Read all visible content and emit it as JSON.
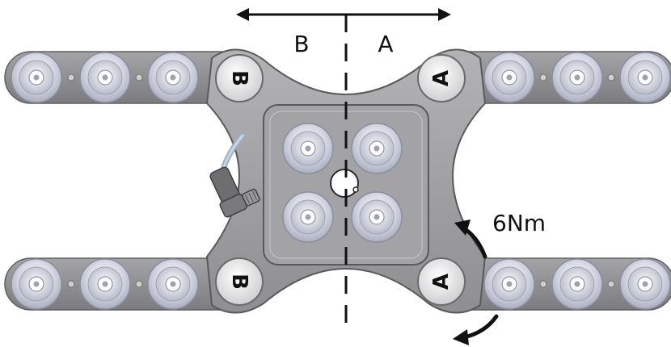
{
  "figure": {
    "side_left_label": "B",
    "side_right_label": "A",
    "torque_label": "6Nm",
    "hub_labels": {
      "top_left": "B",
      "top_right": "A",
      "bottom_left": "B",
      "bottom_right": "A"
    }
  },
  "colors": {
    "body": "#a6a6a8",
    "body_dark": "#7f7f82",
    "plate": "#9a9a9c",
    "cup_rim": "#c9ccd8",
    "cup_inner": "#e7e9f1",
    "hub": "#efefef",
    "ink": "#111111",
    "cable": "#a9b7c8",
    "connector": "#6f6f72"
  },
  "icons": [
    "suction-cup-icon",
    "rotate-arrow-icon",
    "double-arrow-icon"
  ]
}
